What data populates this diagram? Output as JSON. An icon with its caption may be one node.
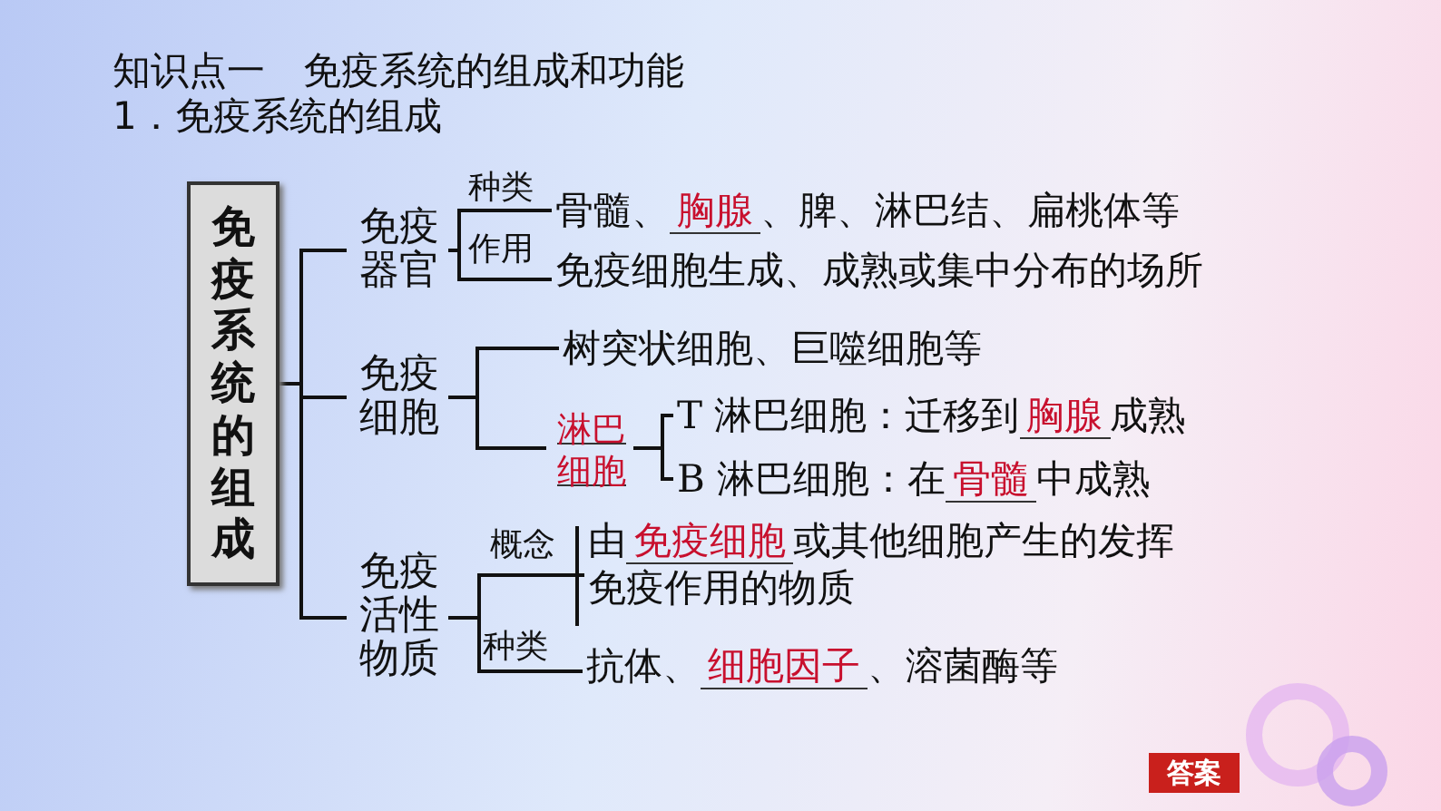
{
  "diagram": {
    "title": "知识点一　免疫系统的组成和功能",
    "nodes": [
      {
        "text": [
          "免疫系统的组成"
        ]
      },
      {
        "text": [
          "免疫器官"
        ]
      },
      {
        "text": [
          "种类"
        ]
      },
      {
        "text": [
          "骨髓、",
          "胸腺",
          "、脾、淋巴结、扁桃体等"
        ]
      },
      {
        "text": [
          "免疫细胞生成、成熟或集中分布的场所"
        ]
      },
      {
        "text": [
          "免疫细胞"
        ]
      },
      {
        "text": [
          "树突状细胞、巨噬细胞等"
        ]
      },
      {
        "text": [
          "淋巴细胞"
        ]
      },
      {
        "text": [
          "T 淋巴细胞：迁移到",
          "胸腺",
          "成熟"
        ]
      },
      {
        "text": [
          "B 淋巴细胞：在",
          "骨髓",
          "中成熟"
        ]
      },
      {
        "text": [
          "免疫活性物质"
        ]
      },
      {
        "text": [
          "由",
          "免疫细胞",
          "或其他细胞产生的发挥免疫作用的物质"
        ]
      },
      {
        "text": [
          "抗体、",
          "细胞因子",
          "、溶菌酶等"
        ]
      }
    ],
    "edges": [
      {
        "from": 0,
        "to": 1,
        "arrow": "none"
      },
      {
        "from": 0,
        "to": 5,
        "arrow": "none"
      },
      {
        "from": 0,
        "to": 10,
        "arrow": "none"
      },
      {
        "from": 1,
        "to": 3,
        "arrow": "none"
      },
      {
        "from": 1,
        "to": 4,
        "arrow": "none",
        "label": "作用"
      },
      {
        "from": 5,
        "to": 6,
        "arrow": "none"
      },
      {
        "from": 5,
        "to": 7,
        "arrow": "none"
      },
      {
        "from": 7,
        "to": 8,
        "arrow": "none"
      },
      {
        "from": 7,
        "to": 9,
        "arrow": "none"
      },
      {
        "from": 10,
        "to": 11,
        "arrow": "none",
        "label": "概念"
      },
      {
        "from": 10,
        "to": 12,
        "arrow": "none",
        "label": "种类"
      }
    ],
    "labels": [
      "1．免疫系统的组成",
      "答案"
    ]
  }
}
